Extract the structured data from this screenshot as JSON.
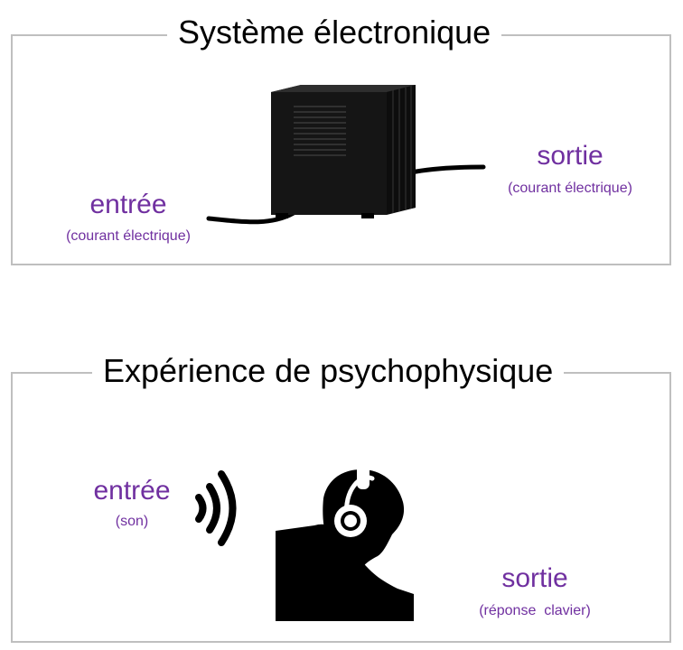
{
  "colors": {
    "label": "#7030a0",
    "title": "#000000",
    "frame": "#bfbfbf",
    "device": "#111111",
    "cable": "#000000"
  },
  "top_panel": {
    "title": "Système électronique",
    "input": {
      "label": "entrée",
      "detail": "(courant électrique)"
    },
    "output": {
      "label": "sortie",
      "detail": "(courant électrique)"
    },
    "device_icon": "electronic-box-icon"
  },
  "bottom_panel": {
    "title": "Expérience de psychophysique",
    "input": {
      "label": "entrée",
      "detail": "(son)"
    },
    "output": {
      "label": "sortie",
      "detail": "(réponse  clavier)"
    },
    "sound_icon": "sound-waves-icon",
    "person_icon": "listener-with-headphones-icon"
  }
}
